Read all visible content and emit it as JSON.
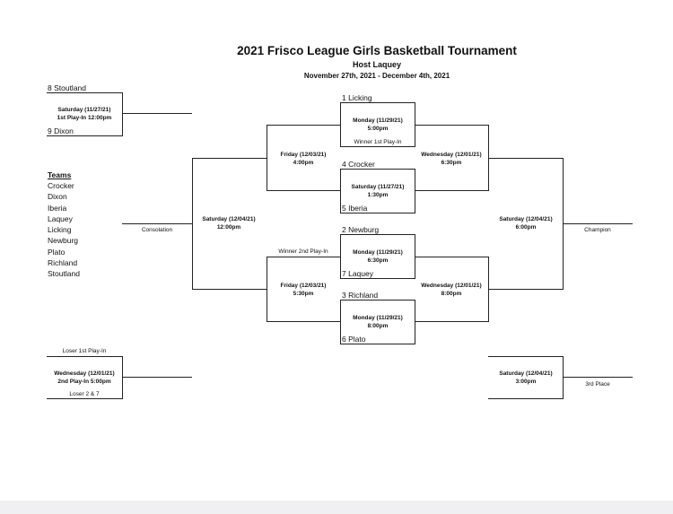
{
  "header": {
    "title": "2021 Frisco League Girls Basketball Tournament",
    "host": "Host Laquey",
    "dates": "November 27th, 2021 - December 4th, 2021"
  },
  "teams_list": {
    "heading": "Teams",
    "items": [
      "Crocker",
      "Dixon",
      "Iberia",
      "Laquey",
      "Licking",
      "Newburg",
      "Plato",
      "Richland",
      "Stoutland"
    ]
  },
  "play_in": {
    "top_team": "8 Stoutland",
    "bottom_team": "9 Dixon",
    "date": "Saturday (11/27/21)",
    "label": "1st Play-In  12:00pm"
  },
  "quarterfinals": [
    {
      "top_team": "1 Licking",
      "date": "Monday (11/29/21)",
      "time": "5:00pm",
      "bottom_team": "Winner 1st Play-In"
    },
    {
      "top_team": "4 Crocker",
      "date": "Saturday (11/27/21)",
      "time": "1:30pm",
      "bottom_team": "5 Iberia"
    },
    {
      "top_team": "2 Newburg",
      "date": "Monday (11/29/21)",
      "time": "6:30pm",
      "bottom_team": "7 Laquey"
    },
    {
      "top_team": "3 Richland",
      "date": "Monday (11/29/21)",
      "time": "8:00pm",
      "bottom_team": "6 Plato"
    }
  ],
  "consolation_semis": [
    {
      "date": "Friday (12/03/21)",
      "time": "4:00pm"
    },
    {
      "date": "Friday (12/03/21)",
      "time": "5:30pm",
      "top_label": "Winner 2nd Play-In"
    }
  ],
  "consolation_final": {
    "date": "Saturday (12/04/21)",
    "time": "12:00pm",
    "label": "Consolation"
  },
  "semis": [
    {
      "date": "Wednesday (12/01/21)",
      "time": "6:30pm"
    },
    {
      "date": "Wednesday (12/01/21)",
      "time": "8:00pm"
    }
  ],
  "championship": {
    "date": "Saturday (12/04/21)",
    "time": "6:00pm",
    "label": "Champion"
  },
  "second_play_in": {
    "top_team": "Loser 1st Play-In",
    "date": "Wednesday (12/01/21)",
    "label": "2nd Play-In  5:00pm",
    "bottom_team": "Loser 2 & 7"
  },
  "third_place": {
    "date": "Saturday (12/04/21)",
    "time": "3:00pm",
    "label": "3rd Place"
  }
}
